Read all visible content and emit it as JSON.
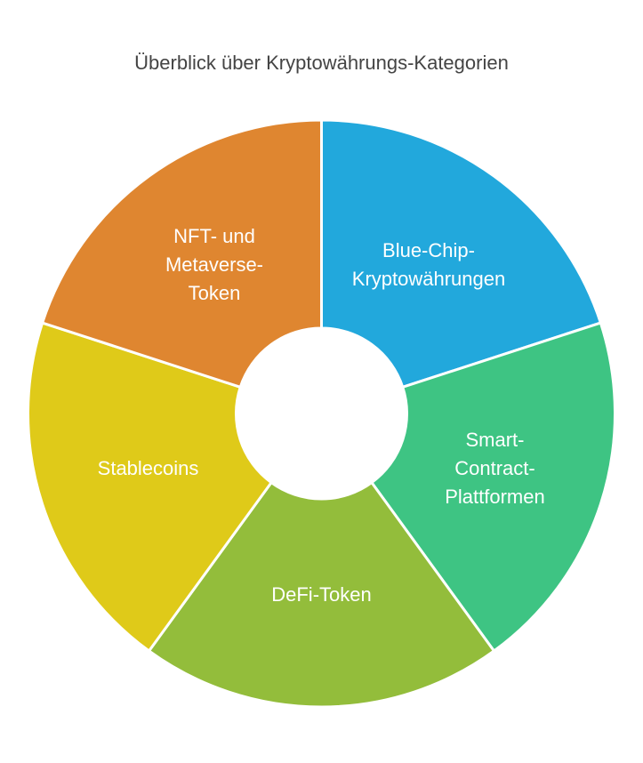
{
  "title": "Überblick über Kryptowährungs-Kategorien",
  "segments": [
    {
      "label_lines": [
        "Blue-Chip-",
        "Kryptowährungen"
      ],
      "color": "#22a8dc"
    },
    {
      "label_lines": [
        "Smart-",
        "Contract-",
        "Plattformen"
      ],
      "color": "#3ec483"
    },
    {
      "label_lines": [
        "DeFi-Token"
      ],
      "color": "#93bd3b"
    },
    {
      "label_lines": [
        "Stablecoins"
      ],
      "color": "#dfca19"
    },
    {
      "label_lines": [
        "NFT- und",
        "Metaverse-",
        "Token"
      ],
      "color": "#df8630"
    }
  ]
}
